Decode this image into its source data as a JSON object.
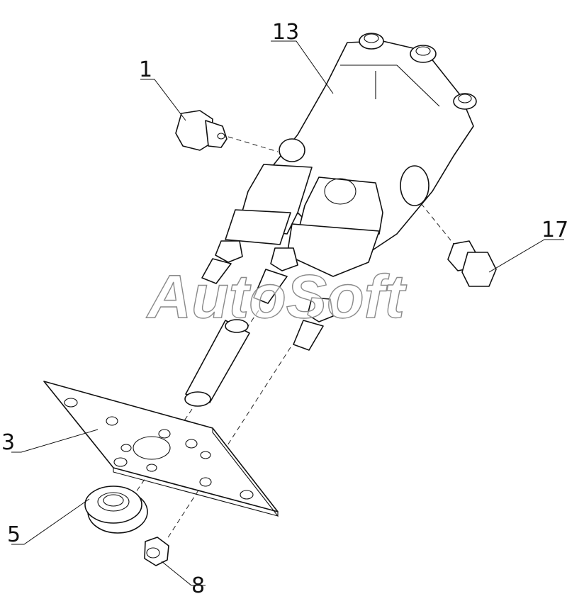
{
  "callouts": [
    {
      "id": "1",
      "label": "1"
    },
    {
      "id": "13",
      "label": "13"
    },
    {
      "id": "17",
      "label": "17"
    },
    {
      "id": "3",
      "label": "3"
    },
    {
      "id": "5",
      "label": "5"
    },
    {
      "id": "8",
      "label": "8"
    }
  ],
  "watermark": "AutoSoft"
}
